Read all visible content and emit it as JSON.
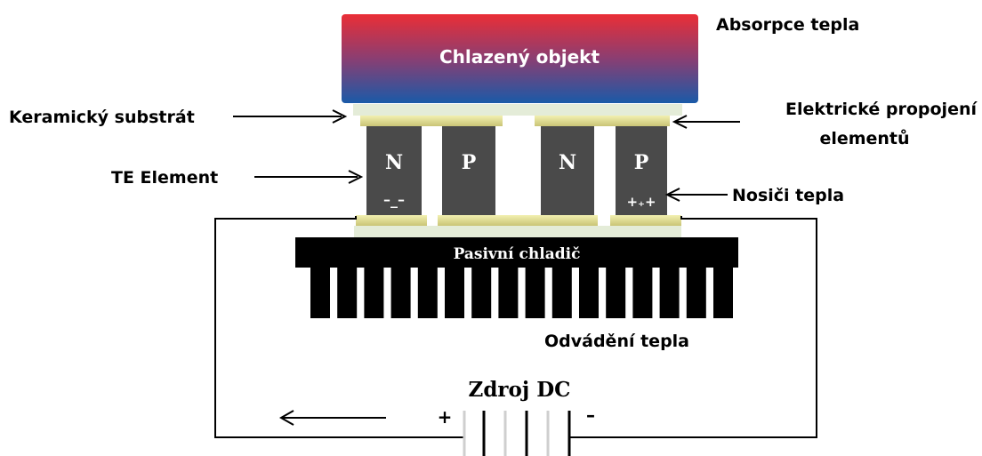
{
  "diagram": {
    "object_label": "Chlazený objekt",
    "absorption_label": "Absorpce tepla",
    "ceramic_label": "Keramický substrát",
    "interconnect_label_line1": "Elektrické propojení",
    "interconnect_label_line2": "elementů",
    "te_element_label": "TE Element",
    "carriers_label": "Nosiči tepla",
    "heatsink_label": "Pasivní chladič",
    "dissipation_label": "Odvádění tepla",
    "source_label": "Zdroj DC",
    "plus_sign": "+",
    "minus_sign": "–",
    "elements": [
      {
        "type": "N",
        "charges": "–_–"
      },
      {
        "type": "P",
        "charges": ""
      },
      {
        "type": "N",
        "charges": ""
      },
      {
        "type": "P",
        "charges": "+₊+"
      }
    ],
    "colors": {
      "object_top": "#e8323c",
      "object_bottom": "#1e5aa8",
      "element": "#4a4a4a",
      "conductor": "#d9d68a",
      "ceramic": "#e4ecd8",
      "heatsink": "#000000"
    }
  }
}
